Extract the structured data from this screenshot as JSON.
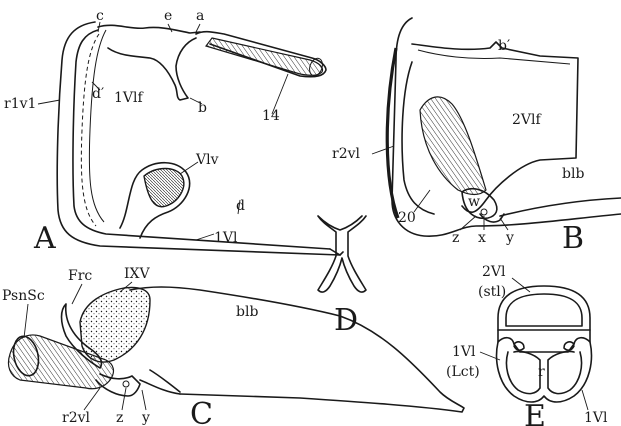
{
  "panels": {
    "A": {
      "letter": "A",
      "labels": {
        "c": "c",
        "e": "e",
        "a": "a",
        "r1v1": "r1v1",
        "d_prime": "d′",
        "one_vlf": "1Vlf",
        "b": "b",
        "n14": "14",
        "vlv": "Vlv",
        "d": "d",
        "one_vl": "1Vl"
      }
    },
    "B": {
      "letter": "B",
      "labels": {
        "b_prime": "b′",
        "two_vlf": "2Vlf",
        "r2vl": "r2vl",
        "blb": "blb",
        "n20": "20",
        "w": "w",
        "z": "z",
        "x": "x",
        "y": "y"
      }
    },
    "C": {
      "letter": "C",
      "labels": {
        "psnsc": "PsnSc",
        "frc": "Frc",
        "ixv": "IXV",
        "blb": "blb",
        "r2vl": "r2vl",
        "z": "z",
        "y": "y"
      }
    },
    "D": {
      "letter": "D"
    },
    "E": {
      "letter": "E",
      "labels": {
        "two_vl": "2Vl",
        "stl": "(stl)",
        "r": "r",
        "one_vl_left": "1Vl",
        "lct": "(Lct)",
        "one_vl_right": "1Vl"
      }
    }
  }
}
